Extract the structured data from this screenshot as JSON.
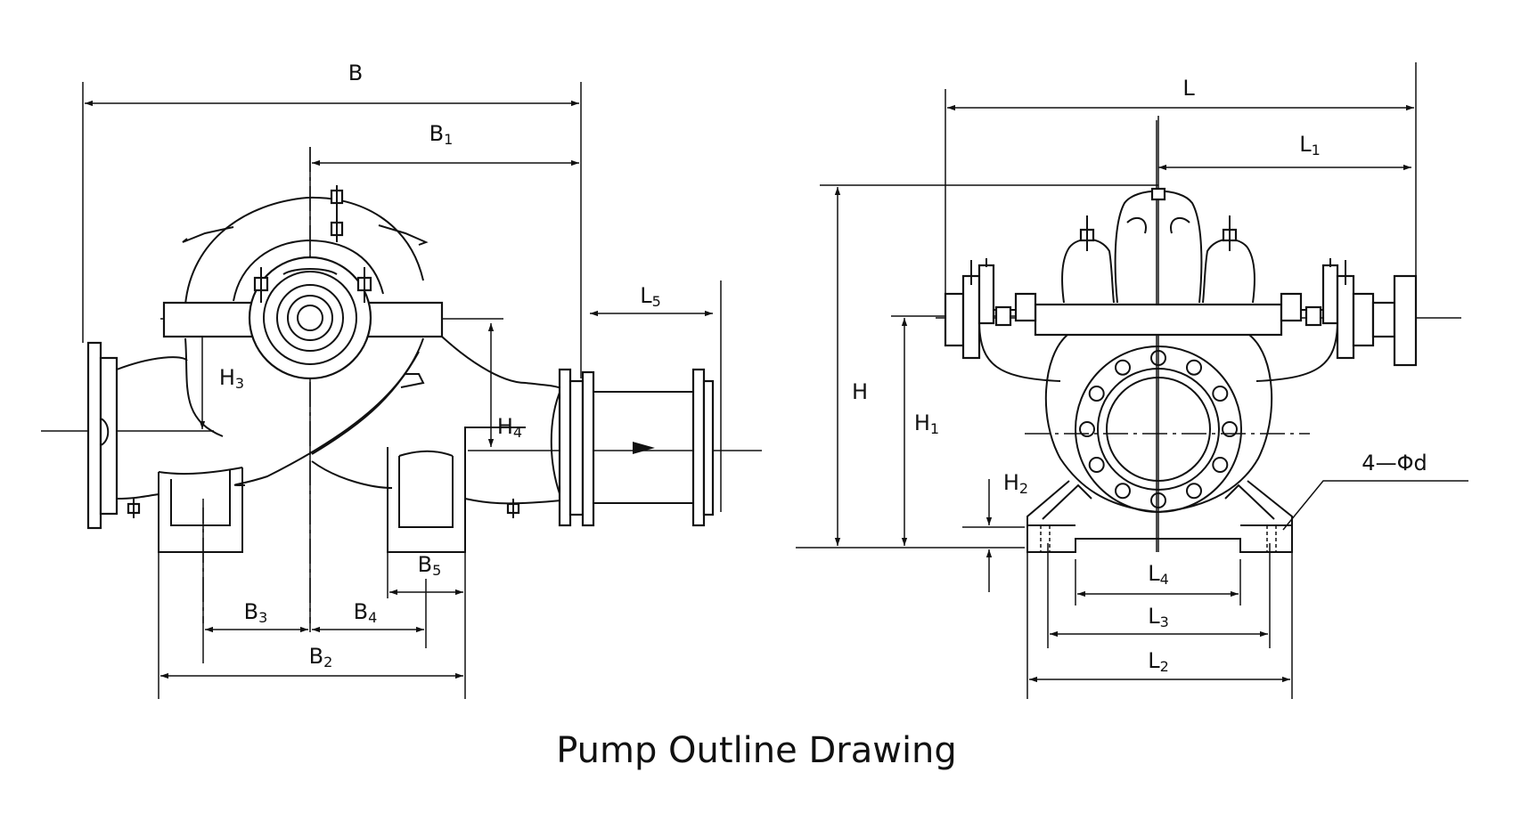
{
  "caption": "Pump Outline Drawing",
  "side_view": {
    "labels": {
      "B": "B",
      "B1": {
        "main": "B",
        "sub": "1"
      },
      "B2": {
        "main": "B",
        "sub": "2"
      },
      "B3": {
        "main": "B",
        "sub": "3"
      },
      "B4": {
        "main": "B",
        "sub": "4"
      },
      "B5": {
        "main": "B",
        "sub": "5"
      },
      "H3": {
        "main": "H",
        "sub": "3"
      },
      "H4": {
        "main": "H",
        "sub": "4"
      },
      "L5": {
        "main": "L",
        "sub": "5"
      }
    }
  },
  "end_view": {
    "labels": {
      "L": "L",
      "L1": {
        "main": "L",
        "sub": "1"
      },
      "L2": {
        "main": "L",
        "sub": "2"
      },
      "L3": {
        "main": "L",
        "sub": "3"
      },
      "L4": {
        "main": "L",
        "sub": "4"
      },
      "H": "H",
      "H1": {
        "main": "H",
        "sub": "1"
      },
      "H2": {
        "main": "H",
        "sub": "2"
      },
      "bolt_holes": "4—Φd"
    }
  }
}
